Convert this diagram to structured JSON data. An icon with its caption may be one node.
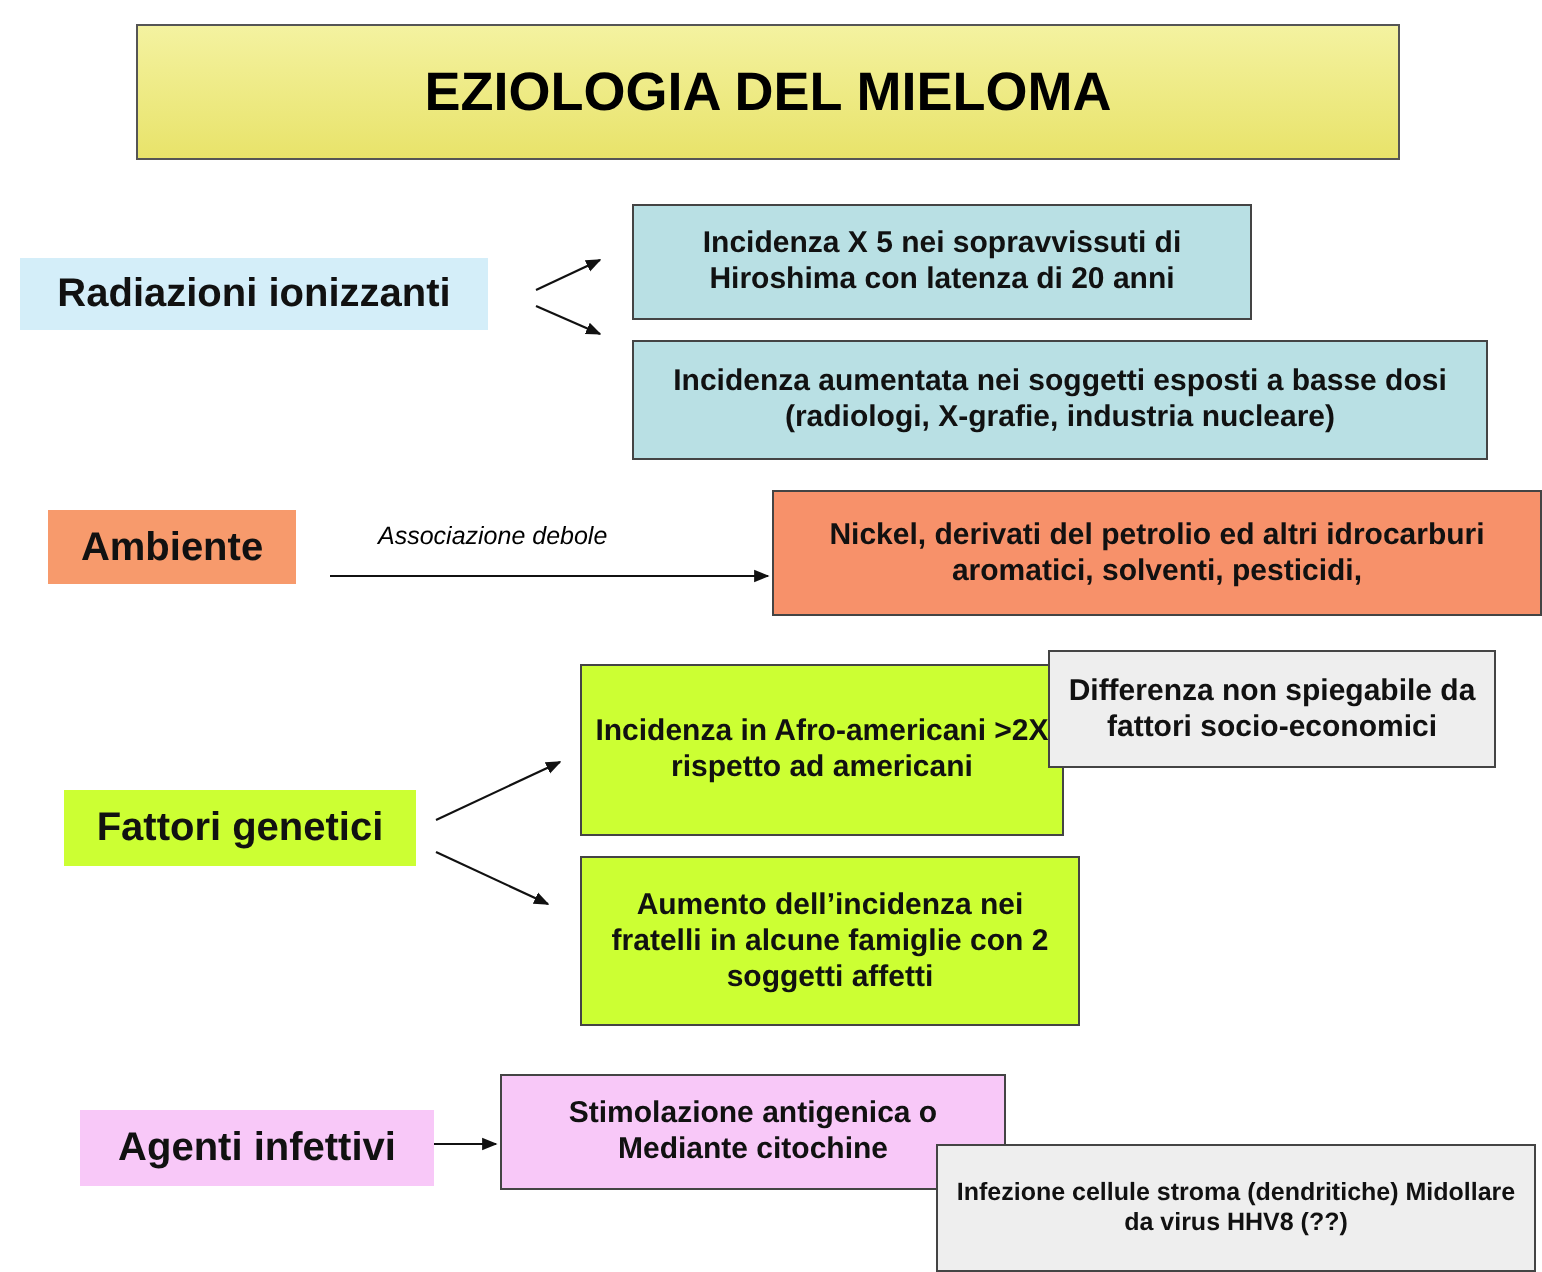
{
  "diagram": {
    "title": "EZIOLOGIA DEL MIELOMA",
    "nodes": [
      {
        "text": [
          "Radiazioni ionizzanti"
        ]
      },
      {
        "text": [
          "Incidenza X 5 nei sopravvissuti di Hiroshima con latenza di 20 anni"
        ]
      },
      {
        "text": [
          "Incidenza aumentata nei soggetti esposti a basse dosi (radiologi, X-grafie, industria nucleare)"
        ]
      },
      {
        "text": [
          "Ambiente"
        ]
      },
      {
        "text": [
          "Nickel, derivati del petrolio ed altri idrocarburi aromatici, solventi, pesticidi,"
        ]
      },
      {
        "text": [
          "Fattori genetici"
        ]
      },
      {
        "text": [
          "Incidenza in Afro-americani >2X rispetto ad americani"
        ]
      },
      {
        "text": [
          "Differenza non spiegabile da fattori socio-economici"
        ]
      },
      {
        "text": [
          "Aumento dell’incidenza nei fratelli in alcune famiglie con 2 soggetti affetti"
        ]
      },
      {
        "text": [
          "Agenti infettivi"
        ]
      },
      {
        "text": [
          "Stimolazione antigenica o Mediante citochine"
        ]
      },
      {
        "text": [
          "Infezione cellule stroma (dendritiche) Midollare da virus HHV8 (??)"
        ]
      }
    ],
    "edges": [
      {
        "from": 0,
        "to": 1,
        "arrow": "to"
      },
      {
        "from": 0,
        "to": 2,
        "arrow": "to"
      },
      {
        "from": 3,
        "to": 4,
        "arrow": "to",
        "label": "Associazione debole"
      },
      {
        "from": 5,
        "to": 6,
        "arrow": "to"
      },
      {
        "from": 5,
        "to": 8,
        "arrow": "to"
      },
      {
        "from": 9,
        "to": 10,
        "arrow": "to"
      }
    ]
  }
}
